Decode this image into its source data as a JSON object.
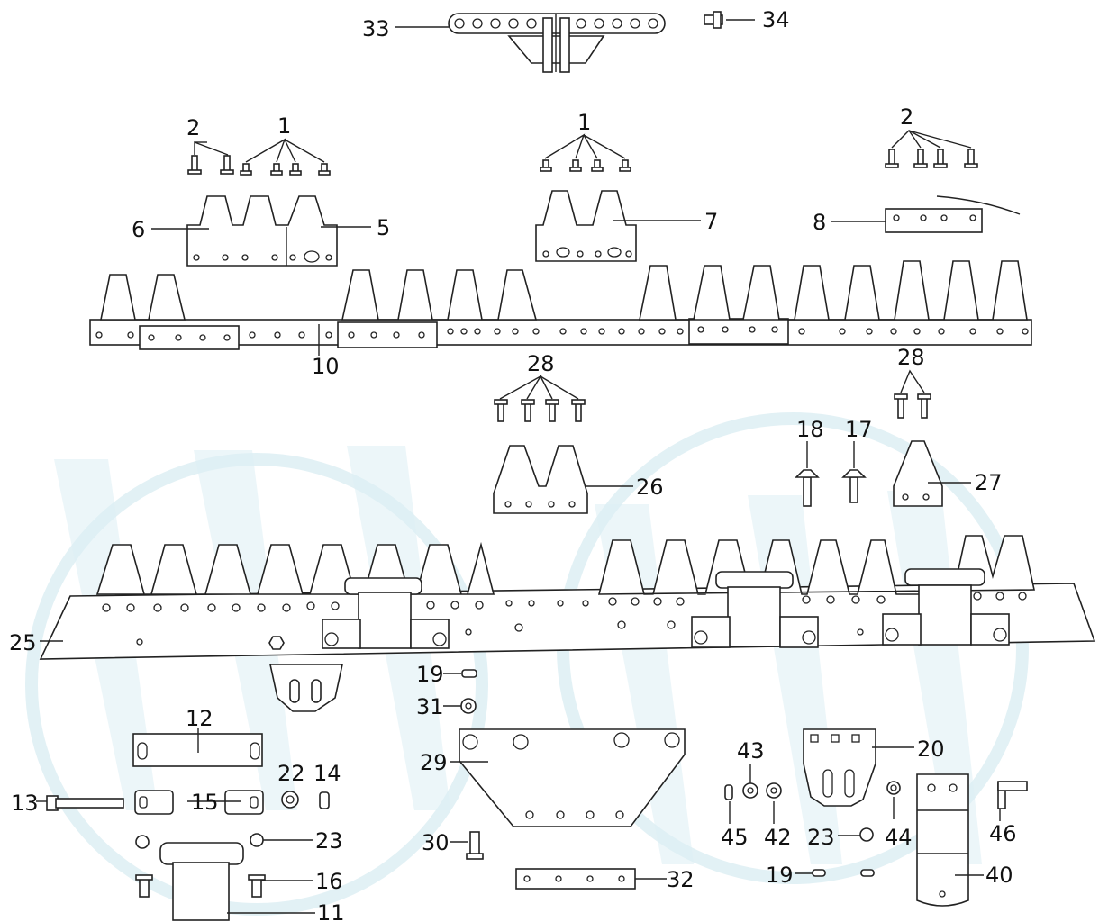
{
  "diagram": {
    "callouts": [
      "1",
      "2",
      "5",
      "6",
      "7",
      "8",
      "10",
      "11",
      "12",
      "13",
      "14",
      "15",
      "16",
      "17",
      "18",
      "19",
      "20",
      "22",
      "23",
      "25",
      "26",
      "27",
      "28",
      "29",
      "30",
      "31",
      "32",
      "33",
      "34",
      "40",
      "42",
      "43",
      "44",
      "45",
      "46"
    ],
    "colors": {
      "line": "#222222",
      "watermark": "#cfe7ee",
      "background": "#ffffff"
    }
  },
  "labels": {
    "l33": "33",
    "l34": "34",
    "l2a": "2",
    "l1a": "1",
    "l1b": "1",
    "l2b": "2",
    "l6": "6",
    "l5": "5",
    "l7": "7",
    "l8": "8",
    "l10": "10",
    "l28a": "28",
    "l28b": "28",
    "l18": "18",
    "l17": "17",
    "l26": "26",
    "l27": "27",
    "l25": "25",
    "l19a": "19",
    "l31": "31",
    "l12": "12",
    "l29": "29",
    "l43": "43",
    "l20": "20",
    "l22": "22",
    "l14": "14",
    "l13": "13",
    "l15": "15",
    "l23a": "23",
    "l16": "16",
    "l11": "11",
    "l30": "30",
    "l32": "32",
    "l45": "45",
    "l42": "42",
    "l23b": "23",
    "l44": "44",
    "l46": "46",
    "l19b": "19",
    "l40": "40"
  }
}
